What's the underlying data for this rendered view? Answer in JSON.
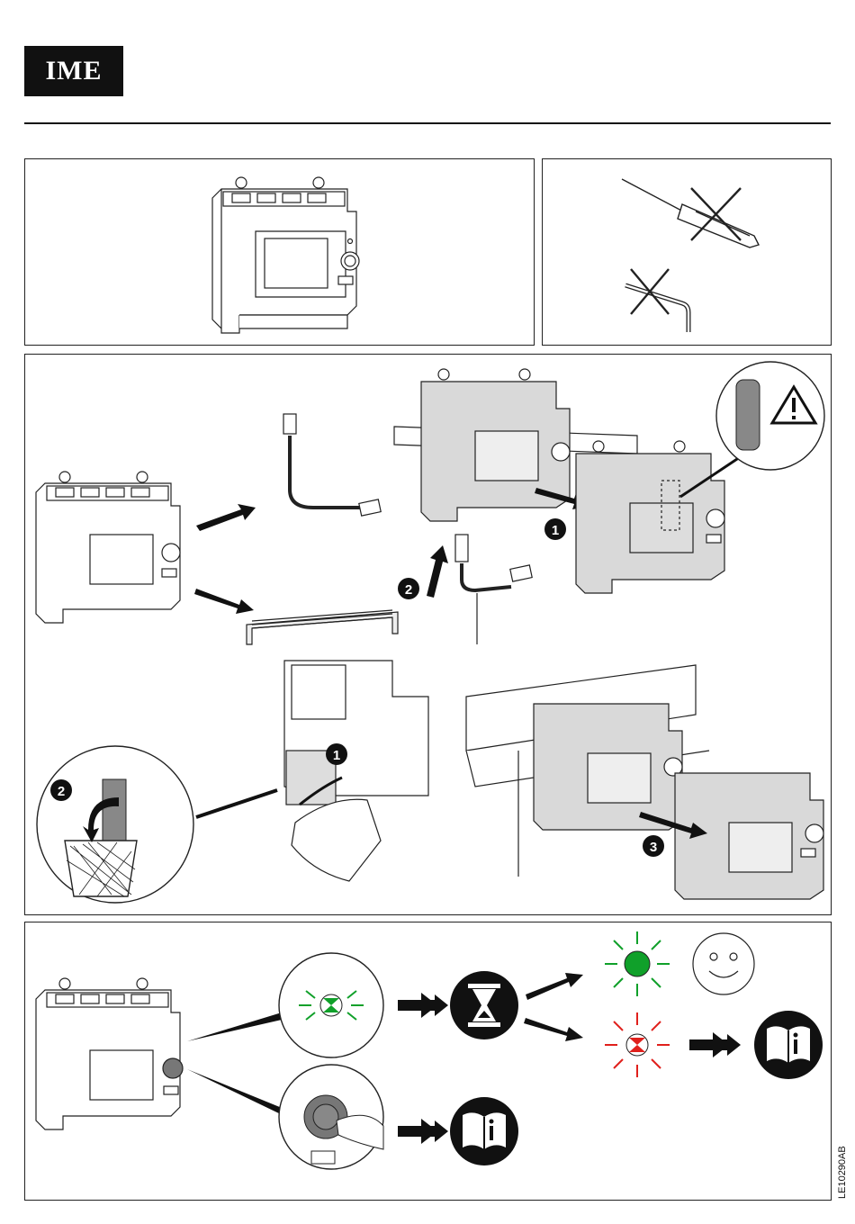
{
  "brand": {
    "logo_text": "IME"
  },
  "document_code": "LE10290AB",
  "step_badges": {
    "install_1": "1",
    "install_2": "2",
    "remove_1": "1",
    "remove_2": "2",
    "rail_3": "3"
  },
  "icons": {
    "warning": "warning-triangle-icon",
    "manual": "instruction-manual-icon",
    "hourglass": "hourglass-icon",
    "usb": "usb-icon",
    "smiley": "smiley-face-icon"
  },
  "colors": {
    "led_green": "#10a02a",
    "led_red": "#e0201c",
    "ink": "#111111",
    "device_gray": "#d9d9d9"
  }
}
